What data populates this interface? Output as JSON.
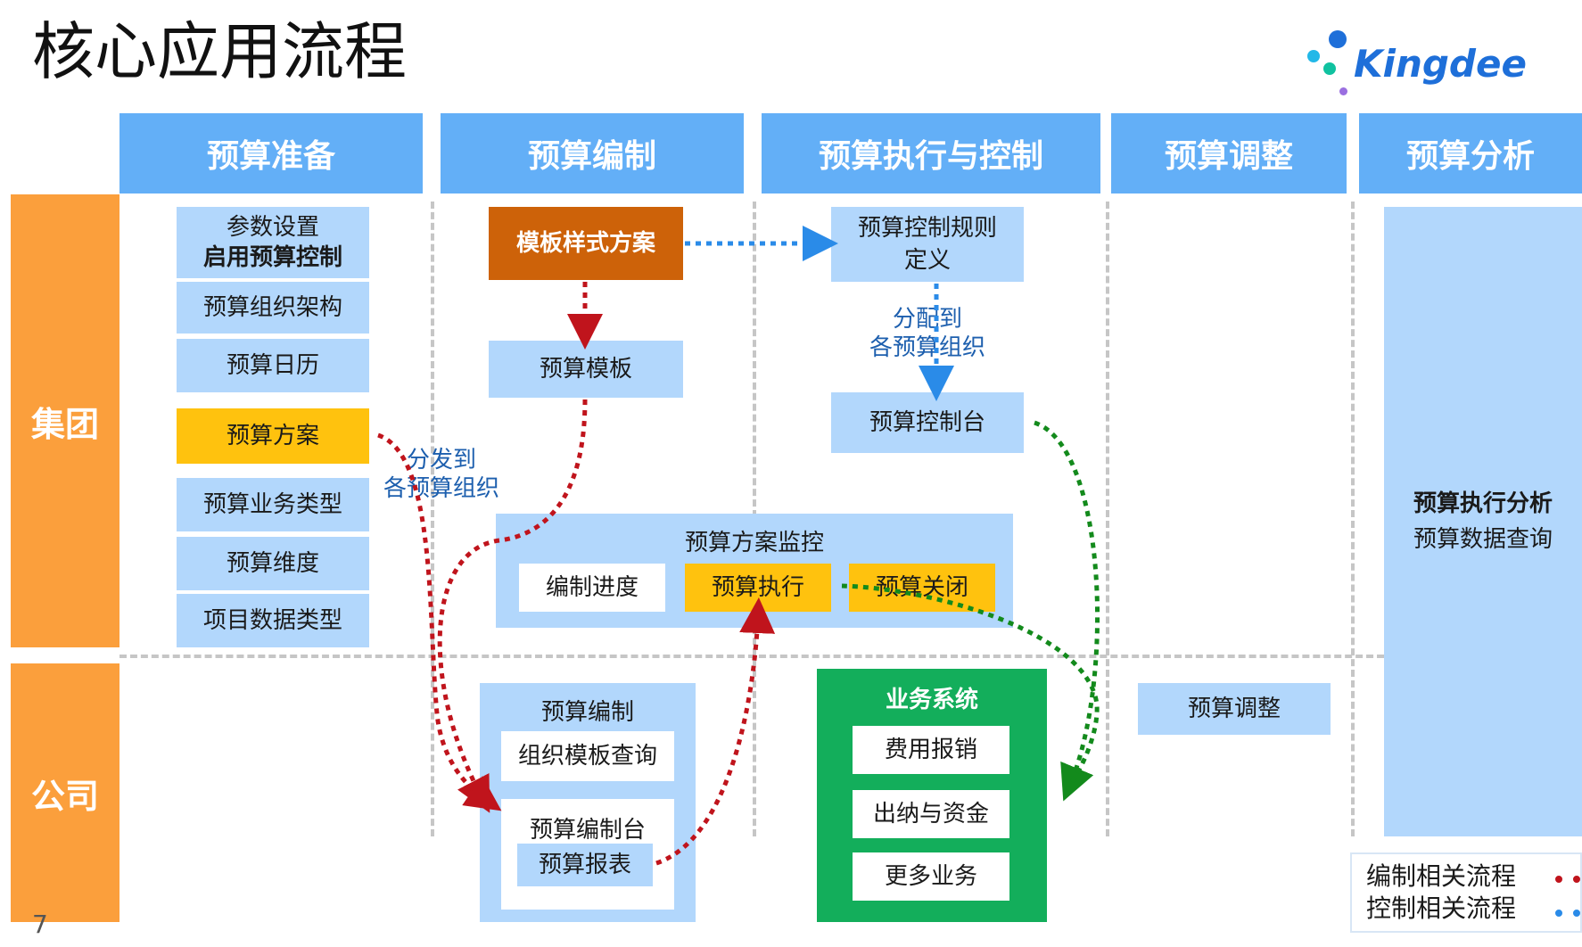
{
  "title": "核心应用流程",
  "logo": {
    "text": "Kingdee"
  },
  "columns": [
    "预算准备",
    "预算编制",
    "预算执行与控制",
    "预算调整",
    "预算分析"
  ],
  "rows": {
    "group": "集团",
    "company": "公司"
  },
  "prep": {
    "param_line1": "参数设置",
    "param_line2": "启用预算控制",
    "org": "预算组织架构",
    "calendar": "预算日历",
    "plan": "预算方案",
    "biz_type": "预算业务类型",
    "dimension": "预算维度",
    "project_type": "项目数据类型"
  },
  "compile": {
    "template_style": "模板样式方案",
    "template": "预算模板",
    "company_box_title": "预算编制",
    "org_template_query": "组织模板查询",
    "workbench": "预算编制台",
    "report": "预算报表"
  },
  "control": {
    "rule_line1": "预算控制规则",
    "rule_line2": "定义",
    "assign_line1": "分配到",
    "assign_line2": "各预算组织",
    "console": "预算控制台"
  },
  "dispatch": {
    "line1": "分发到",
    "line2": "各预算组织"
  },
  "monitor": {
    "title": "预算方案监控",
    "progress": "编制进度",
    "execute": "预算执行",
    "close": "预算关闭"
  },
  "business": {
    "title": "业务系统",
    "expense": "费用报销",
    "cashier": "出纳与资金",
    "more": "更多业务"
  },
  "adjust": {
    "item": "预算调整"
  },
  "analysis": {
    "line1": "预算执行分析",
    "line2": "预算数据查询"
  },
  "legend": {
    "compile": "编制相关流程",
    "control": "控制相关流程",
    "colors": {
      "compile": "#c0141c",
      "control": "#2a8be8",
      "exec": "#138a1c"
    }
  },
  "page_number": "7"
}
